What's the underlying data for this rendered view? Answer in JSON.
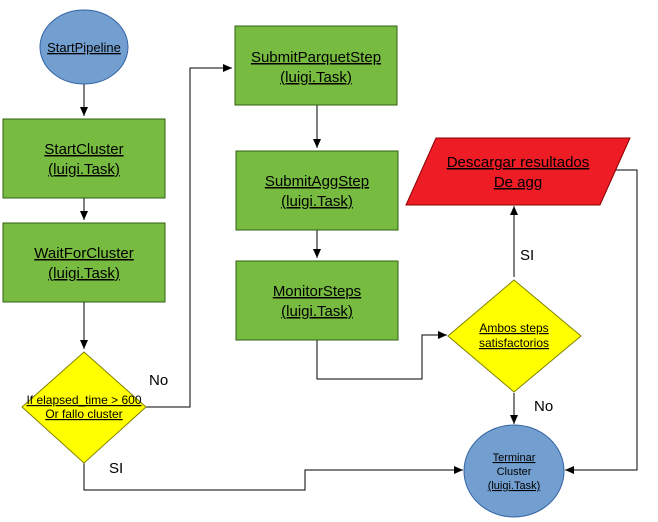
{
  "colors": {
    "oval_fill": "#729fcf",
    "oval_stroke": "#3465a4",
    "task_fill": "#77bc41",
    "task_stroke": "#2f5f11",
    "decision_fill": "#ffff00",
    "decision_stroke": "#808000",
    "output_fill": "#ee1c25",
    "output_stroke": "#8b0000",
    "line": "#000000"
  },
  "nodes": {
    "start_pipeline": {
      "line1": "StartPipeline"
    },
    "start_cluster": {
      "line1": "StartCluster",
      "line2": "(luigi.Task)"
    },
    "wait_for_cluster": {
      "line1": "WaitForCluster",
      "line2": "(luigi.Task)"
    },
    "decision_elapsed": {
      "line1": "If elapsed_time > 600",
      "line2": "Or fallo cluster"
    },
    "submit_parquet": {
      "line1": "SubmitParquetStep",
      "line2": "(luigi.Task)"
    },
    "submit_agg": {
      "line1": "SubmitAggStep",
      "line2": "(luigi.Task)"
    },
    "monitor_steps": {
      "line1": "MonitorSteps",
      "line2": "(luigi.Task)"
    },
    "decision_steps": {
      "line1": "Ambos steps",
      "line2": "satisfactorios"
    },
    "download_results": {
      "line1": "Descargar resultados",
      "line2": "De agg"
    },
    "terminate_cluster": {
      "line1": "Terminar",
      "line2": "Cluster",
      "line3": "(luigi.Task)"
    }
  },
  "edge_labels": {
    "elapsed_no": "No",
    "elapsed_si": "SI",
    "steps_si": "SI",
    "steps_no": "No"
  }
}
